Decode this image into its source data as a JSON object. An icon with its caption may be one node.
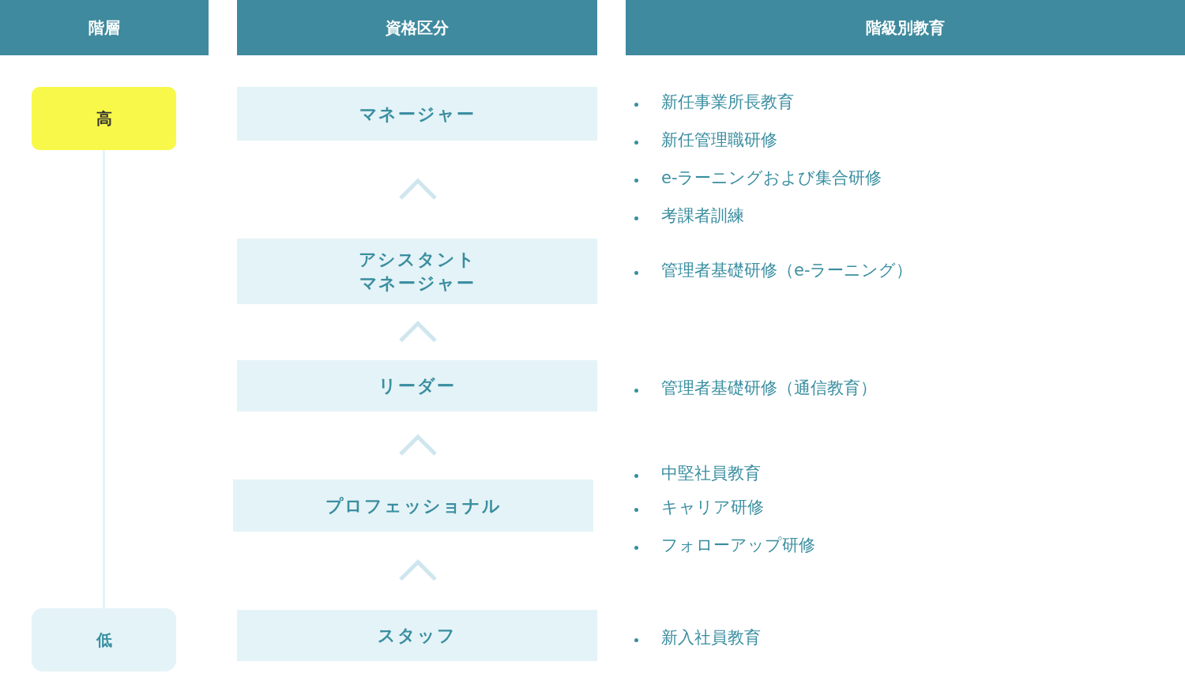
{
  "diagram": {
    "nodes": [
      {
        "text": [
          "階層"
        ]
      },
      {
        "text": [
          "資格区分"
        ]
      },
      {
        "text": [
          "階級別教育"
        ]
      },
      {
        "text": [
          "高"
        ]
      },
      {
        "text": [
          "低"
        ]
      },
      {
        "text": [
          "マネージャー"
        ]
      },
      {
        "text": [
          "アシスタントマネージャー"
        ]
      },
      {
        "text": [
          "リーダー"
        ]
      },
      {
        "text": [
          "プロフェッショナル"
        ]
      },
      {
        "text": [
          "スタッフ"
        ]
      }
    ],
    "edges": [
      {
        "from": 3,
        "to": 4,
        "arrow": "none"
      },
      {
        "from": 6,
        "to": 5,
        "arrow": "to"
      },
      {
        "from": 7,
        "to": 6,
        "arrow": "to"
      },
      {
        "from": 8,
        "to": 7,
        "arrow": "to"
      },
      {
        "from": 9,
        "to": 8,
        "arrow": "to"
      }
    ],
    "labels": [
      "新任事業所長教育",
      "新任管理職研修",
      "e-ラーニングおよび集合研修",
      "考課者訓練",
      "管理者基礎研修（e-ラーニング）",
      "管理者基礎研修（通信教育）",
      "中堅社員教育",
      "キャリア研修",
      "フォローアップ研修",
      "新入社員教育"
    ]
  }
}
